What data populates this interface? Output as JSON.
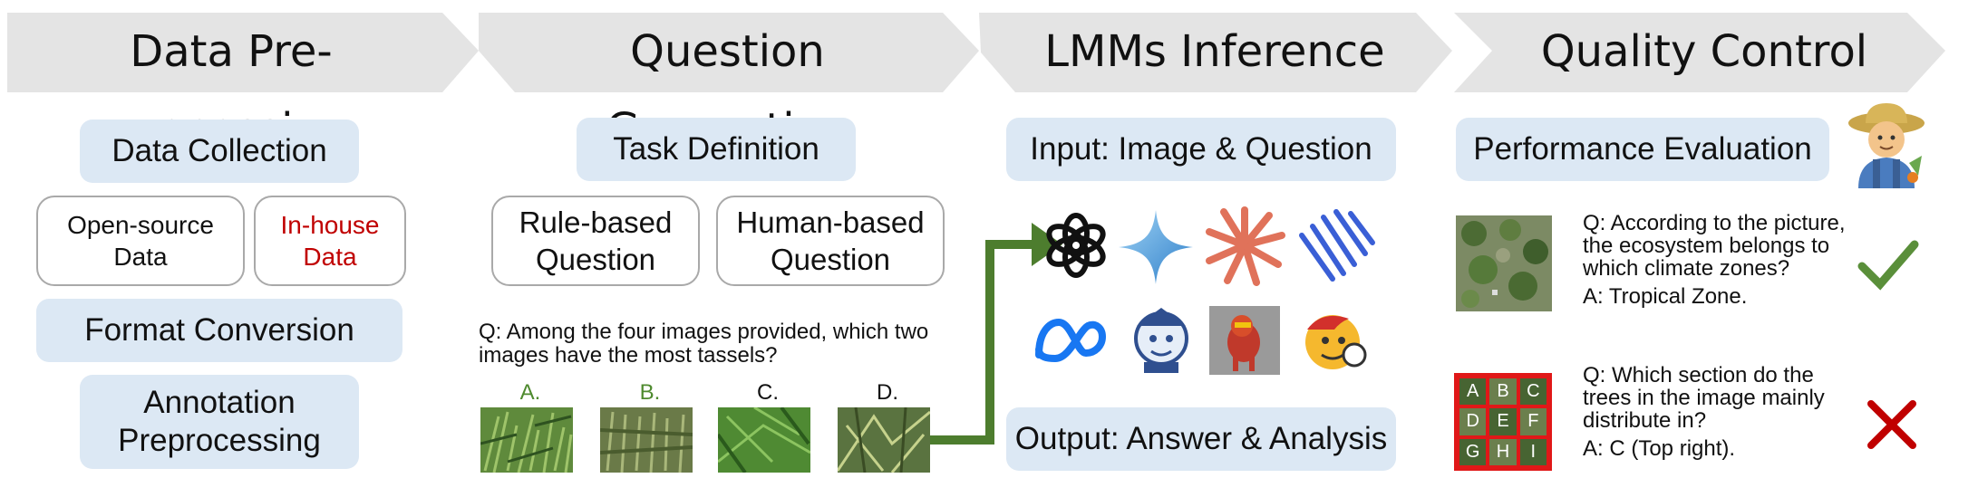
{
  "stages": [
    {
      "title": "Data Pre-processing"
    },
    {
      "title": "Question Generation"
    },
    {
      "title": "LMMs Inference"
    },
    {
      "title": "Quality Control"
    }
  ],
  "preprocessing": {
    "data_collection": "Data Collection",
    "open_source_line1": "Open-source",
    "open_source_line2": "Data",
    "in_house_line1": "In-house",
    "in_house_line2": "Data",
    "format_conversion": "Format Conversion",
    "annotation_line1": "Annotation",
    "annotation_line2": "Preprocessing"
  },
  "question_generation": {
    "task_definition": "Task Definition",
    "rule_based_line1": "Rule-based",
    "rule_based_line2": "Question",
    "human_based_line1": "Human-based",
    "human_based_line2": "Question",
    "question_line1": "Q: Among the four images provided, which two",
    "question_line2": "images have the most tassels?",
    "options": [
      "A.",
      "B.",
      "C.",
      "D."
    ]
  },
  "inference": {
    "input_label": "Input: Image & Question",
    "output_label": "Output: Answer & Analysis",
    "model_logos": [
      "openai-logo",
      "gemini-logo",
      "claude-logo",
      "deepseek-logo",
      "meta-logo",
      "internlm-logo",
      "qwen-logo",
      "yi-logo"
    ]
  },
  "quality_control": {
    "performance_evaluation": "Performance Evaluation",
    "q1_lines": [
      "Q: According to the picture,",
      "the ecosystem belongs to",
      "which climate zones?"
    ],
    "a1": "A: Tropical Zone.",
    "q2_lines": [
      "Q: Which section do the",
      "trees in the image mainly",
      "distribute in?"
    ],
    "a2": "A: C (Top right).",
    "grid_labels": [
      "A",
      "B",
      "C",
      "D",
      "E",
      "F",
      "G",
      "H",
      "I"
    ]
  },
  "colors": {
    "stage_arrow": "#e4e4e4",
    "blue_box": "#dce8f4",
    "green_option": "#4e8a2e",
    "red_text": "#c00000",
    "arrow_green": "#4d7d2e",
    "check_green": "#5a8f3a",
    "cross_red": "#c00000"
  }
}
